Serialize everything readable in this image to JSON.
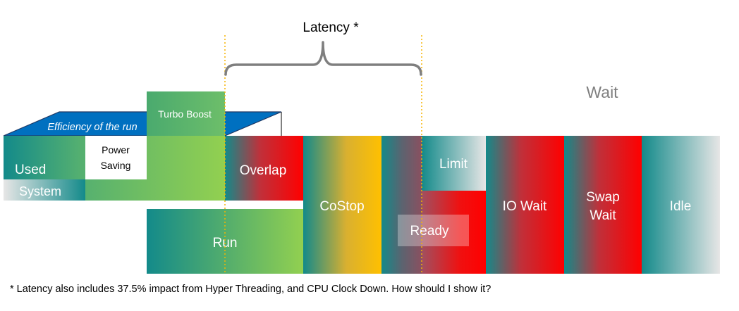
{
  "latency": {
    "label": "Latency *"
  },
  "wait": {
    "label": "Wait"
  },
  "efficiency": {
    "label": "Efficiency of the run"
  },
  "turbo_boost": {
    "label": "Turbo Boost"
  },
  "blocks": {
    "used": "Used",
    "power_saving_line1": "Power",
    "power_saving_line2": "Saving",
    "system": "System",
    "overlap": "Overlap",
    "run": "Run",
    "costop": "CoStop",
    "limit": "Limit",
    "ready": "Ready",
    "io_wait": "IO Wait",
    "swap_wait_line1": "Swap",
    "swap_wait_line2": "Wait",
    "idle": "Idle"
  },
  "footnote": "* Latency also includes 37.5% impact from Hyper Threading, and CPU Clock Down. How should I show it?",
  "colors": {
    "teal": "#138A8A",
    "green": "#92D050",
    "red": "#FF0000",
    "orange": "#FFC000",
    "blue": "#0070C0",
    "light_gray": "#E7E6E6",
    "gray_text": "#7F7F7F",
    "dotted_line": "#F5B400"
  }
}
